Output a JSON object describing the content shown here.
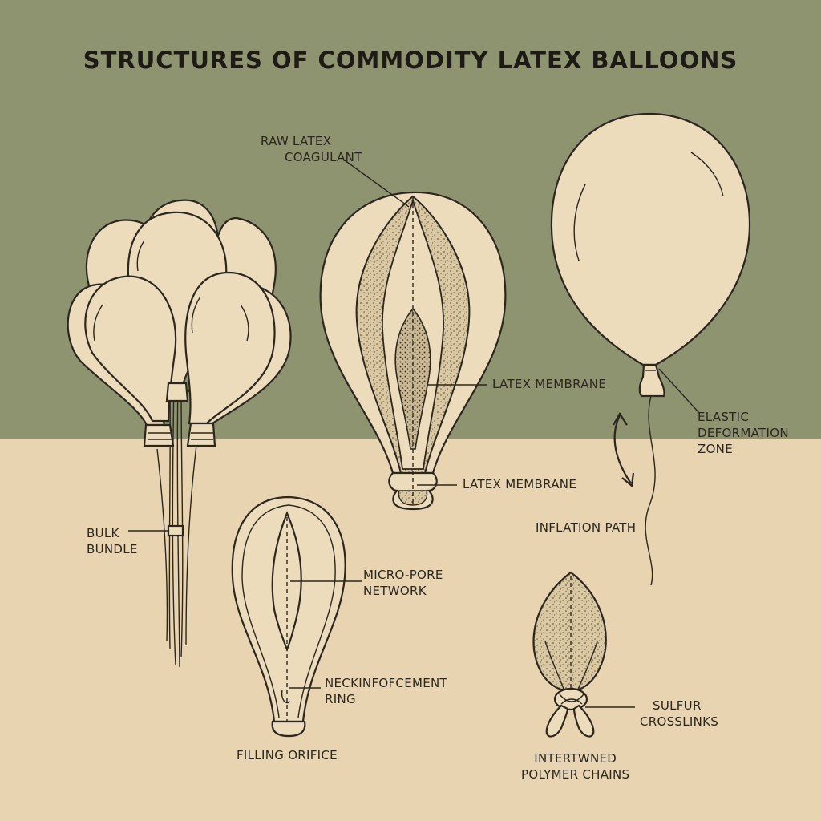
{
  "title": "STRUCTURES OF COMMODITY LATEX BALLOONS",
  "labels": {
    "raw_latex_l1": "RAW LATEX",
    "raw_latex_l2": "COAGULANT",
    "latex_membrane_upper": "LATEX MEMBRANE",
    "latex_membrane_lower": "LATEX MEMBRANE",
    "elastic_l1": "ELASTIC",
    "elastic_l2": "DEFORMATION",
    "elastic_l3": "ZONE",
    "inflation_path": "INFLATION PATH",
    "bulk_l1": "BULK",
    "bulk_l2": "BUNDLE",
    "micro_l1": "MICRO-PORE",
    "micro_l2": "NETWORK",
    "neck_l1": "NECKINFOFCEMENT",
    "neck_l2": "RING",
    "filling_orifice": "FILLING ORIFICE",
    "sulfur_l1": "SULFUR",
    "sulfur_l2": "CROSSLINKS",
    "polymer_l1": "INTERTWNED",
    "polymer_l2": "POLYMER CHAINS"
  },
  "colors": {
    "top_band": "#8e946f",
    "bottom_band": "#e8d4b0",
    "balloon_fill": "#ecdcbb",
    "ink": "#2b2620"
  }
}
